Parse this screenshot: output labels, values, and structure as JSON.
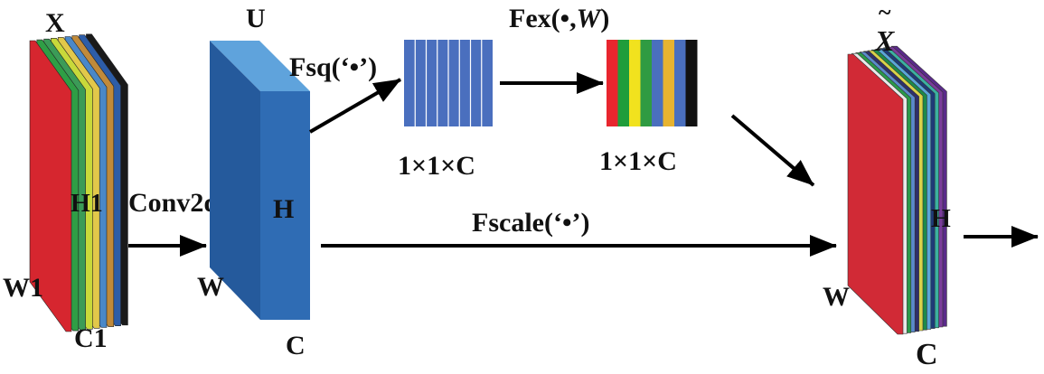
{
  "labels": {
    "input_x": "X",
    "input_h": "H1",
    "input_w": "W1",
    "input_c": "C1",
    "conv_op": "Conv2d",
    "u_label": "U",
    "u_h": "H",
    "u_w": "W",
    "u_c": "C",
    "squeeze": "Fsq(‘•’)",
    "excite_prefix": "Fex(•,",
    "excite_w": "W",
    "excite_suffix": ")",
    "squeeze_dims": "1×1×C",
    "excite_dims": "1×1×C",
    "scale": "Fscale(‘•’)",
    "output_x": "X",
    "output_tilde": "~",
    "output_h": "H",
    "output_w": "W",
    "output_c": "C"
  },
  "colors": {
    "input_stack": [
      "#d6262f",
      "#2f9e45",
      "#3b9b57",
      "#c8d93a",
      "#e2c84a",
      "#4a88c8",
      "#c08a3a",
      "#2d5da8",
      "#1a1a1a"
    ],
    "excite_stripes": [
      "#e8262e",
      "#1f9d3b",
      "#f1e21e",
      "#2f9b42",
      "#4a6fbe",
      "#e7b330",
      "#4a6fbe",
      "#111111"
    ],
    "output_stack": [
      "#d12a36",
      "#e9e9e9",
      "#2a9a4a",
      "#5a8acb",
      "#2f2f6a",
      "#d9d24a",
      "#1d8a4a",
      "#5aa6d8",
      "#1e3a78",
      "#3bb0a0",
      "#7a3b9a",
      "#5a2a8a"
    ],
    "feature_block_front": "#2f6cb4",
    "feature_block_side": "#255a9c",
    "feature_block_top": "#5fa3dc",
    "squeeze_block": "#4a6fbe",
    "arrow": "#000000"
  }
}
